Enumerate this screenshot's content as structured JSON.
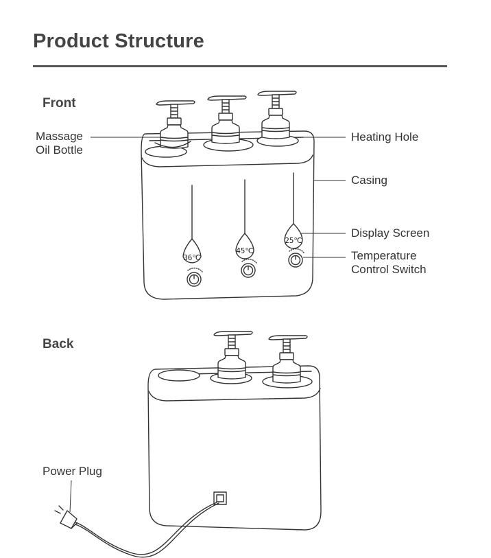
{
  "header": {
    "title": "Product Structure"
  },
  "sections": {
    "front": "Front",
    "back": "Back"
  },
  "labels": {
    "massage_oil_bottle": [
      "Massage",
      "Oil Bottle"
    ],
    "heating_hole": "Heating Hole",
    "casing": "Casing",
    "display_screen": "Display Screen",
    "temperature_control_switch": [
      "Temperature",
      "Control Switch"
    ],
    "power_plug": "Power Plug"
  },
  "displays": [
    "36℃",
    "45℃",
    "25℃"
  ]
}
